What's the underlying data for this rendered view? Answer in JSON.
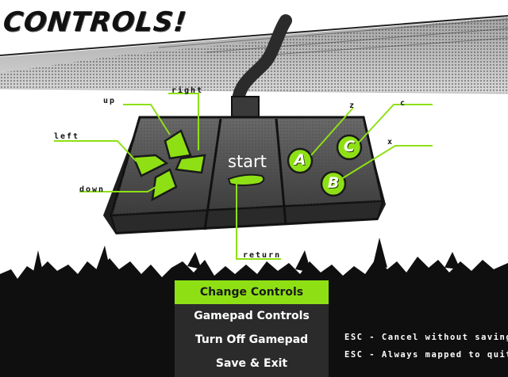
{
  "title": "CONTROLS!",
  "colors": {
    "accent": "#8ee015",
    "dark": "#1c1c1c",
    "menu_bg": "#2b2b2b"
  },
  "gamepad": {
    "labels": {
      "up": "up",
      "right": "right",
      "left": "left",
      "down": "down",
      "z": "z",
      "c": "c",
      "x": "x",
      "return": "return"
    },
    "start_label": "start",
    "buttons": {
      "a": "A",
      "b": "B",
      "c": "C"
    }
  },
  "menu": {
    "items": [
      {
        "label": "Change Controls",
        "selected": true
      },
      {
        "label": "Gamepad Controls",
        "selected": false
      },
      {
        "label": "Turn Off Gamepad",
        "selected": false
      },
      {
        "label": "Save & Exit",
        "selected": false
      }
    ]
  },
  "hints": {
    "cancel": "ESC - Cancel without saving",
    "quit": "ESC - Always mapped to quit"
  }
}
